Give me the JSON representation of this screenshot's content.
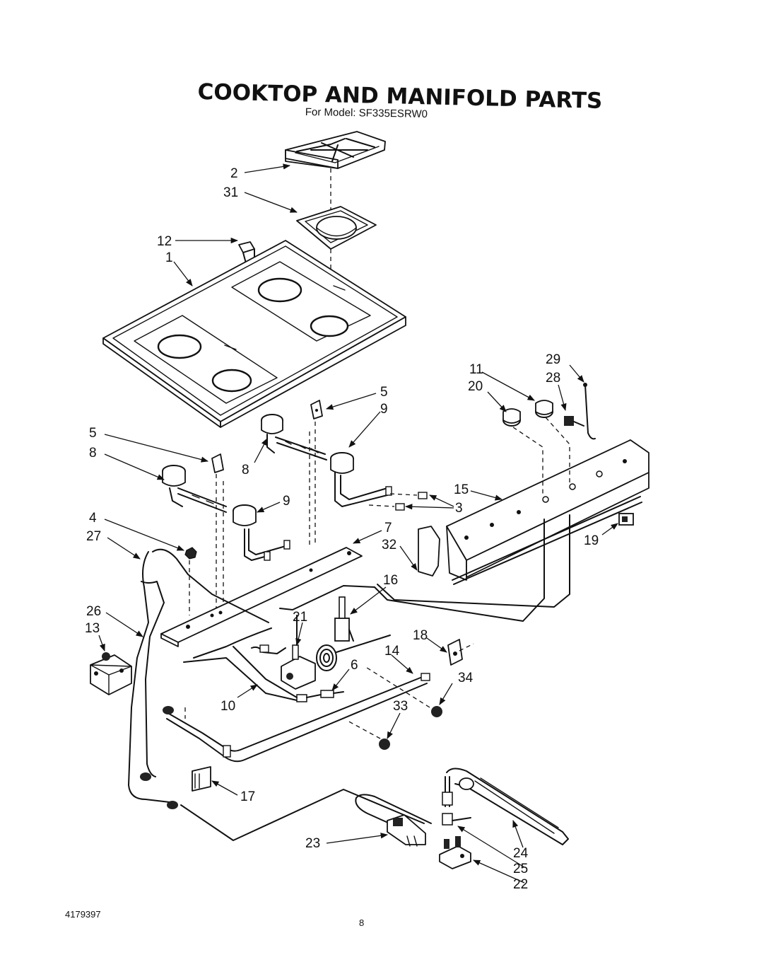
{
  "header": {
    "title": "COOKTOP AND MANIFOLD PARTS",
    "subtitle": "For Model: SF335ESRW0"
  },
  "footer": {
    "doc_number": "4179397",
    "page_number": "8"
  },
  "callouts": {
    "c2": "2",
    "c31": "31",
    "c12": "12",
    "c1": "1",
    "c5a": "5",
    "c9a": "9",
    "c8a": "8",
    "c5b": "5",
    "c8b": "8",
    "c9b": "9",
    "c4": "4",
    "c27": "27",
    "c26": "26",
    "c13": "13",
    "c7": "7",
    "c32": "32",
    "c16": "16",
    "c21": "21",
    "c18": "18",
    "c14": "14",
    "c6": "6",
    "c10": "10",
    "c34": "34",
    "c33": "33",
    "c17": "17",
    "c23": "23",
    "c24": "24",
    "c25": "25",
    "c22": "22",
    "c11": "11",
    "c20": "20",
    "c29": "29",
    "c28": "28",
    "c15": "15",
    "c3": "3",
    "c19": "19"
  }
}
